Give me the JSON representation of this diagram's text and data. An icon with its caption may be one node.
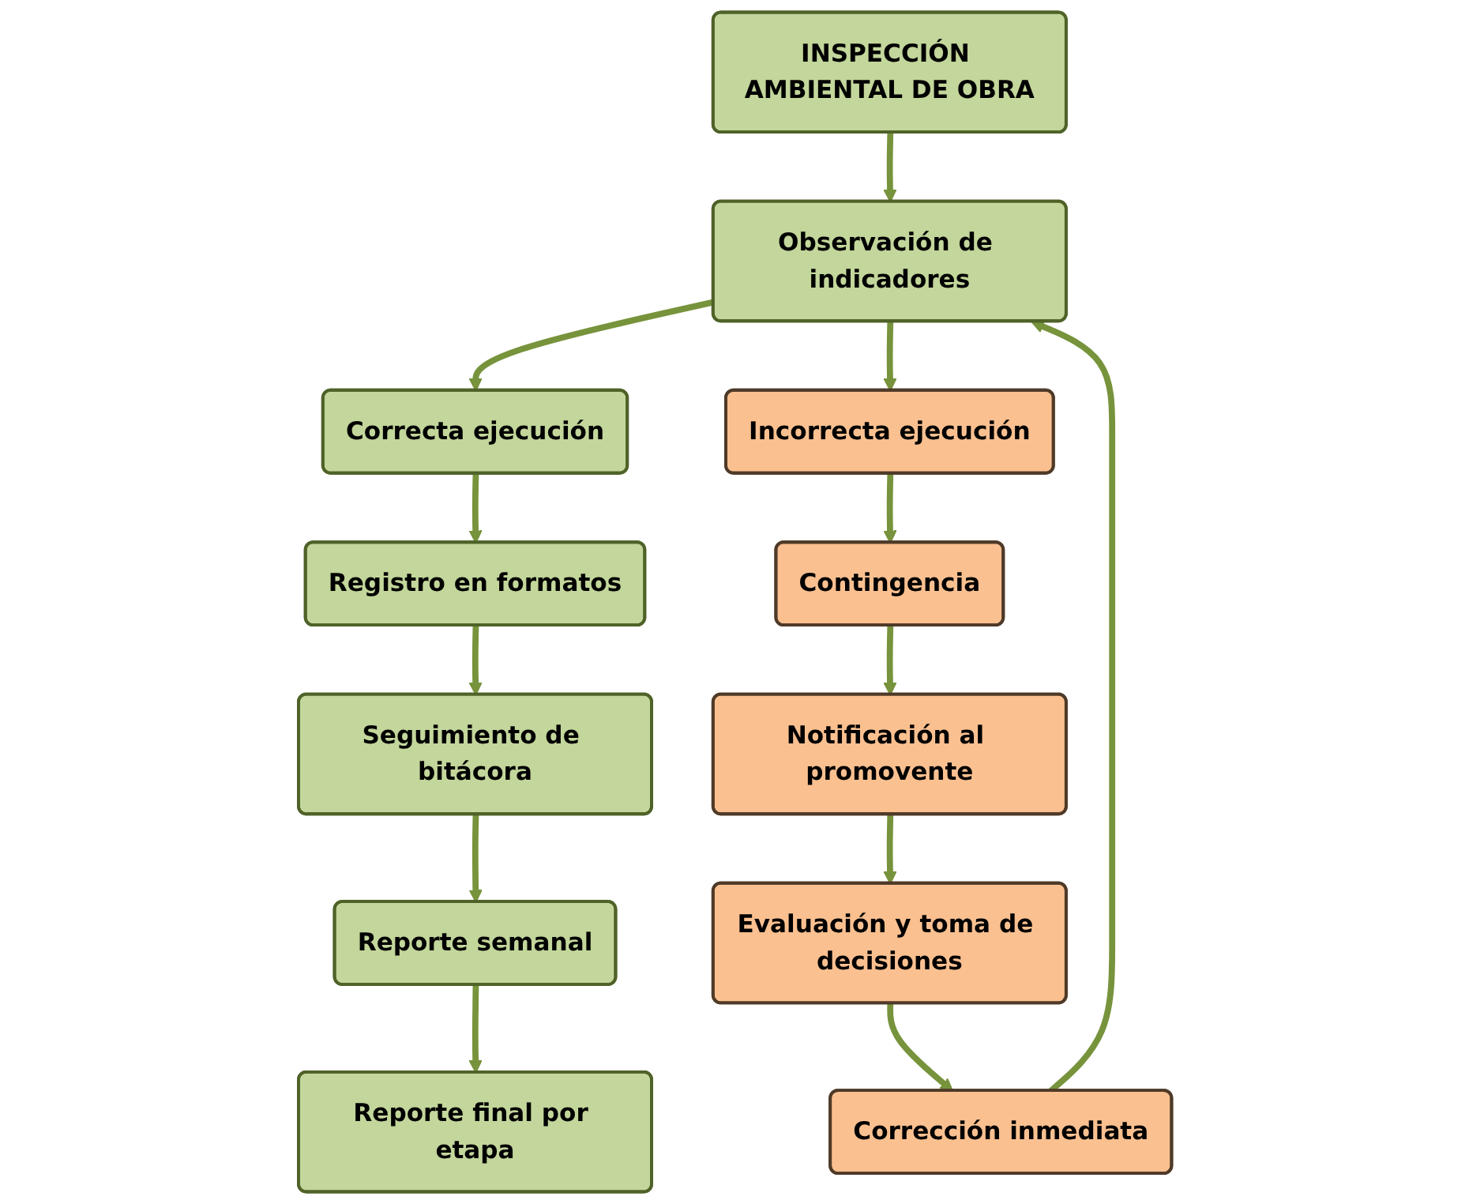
{
  "diagram": {
    "nodes": [
      {
        "text": [
          "INSPECCIÓN AMBIENTAL DE OBRA"
        ]
      },
      {
        "text": [
          "Observación de indicadores"
        ]
      },
      {
        "text": [
          "Corrección inmediata"
        ]
      },
      {
        "text": [
          "Evaluación y toma de decisiones"
        ]
      },
      {
        "text": [
          "Correcta ejecución"
        ]
      },
      {
        "text": [
          "Incorrecta ejecución"
        ]
      },
      {
        "text": [
          "Contingencia"
        ]
      },
      {
        "text": [
          "Notificación al promovente"
        ]
      },
      {
        "text": [
          "Registro en formatos"
        ]
      },
      {
        "text": [
          "Seguimiento de bitácora"
        ]
      },
      {
        "text": [
          "Reporte semanal"
        ]
      },
      {
        "text": [
          "Reporte final por etapa"
        ]
      }
    ],
    "edges": [
      {
        "from": 0,
        "to": 1,
        "arrow": "to"
      },
      {
        "from": 1,
        "to": 4,
        "arrow": "to"
      },
      {
        "from": 1,
        "to": 5,
        "arrow": "to"
      },
      {
        "from": 5,
        "to": 6,
        "arrow": "to"
      },
      {
        "from": 6,
        "to": 7,
        "arrow": "to"
      },
      {
        "from": 7,
        "to": 3,
        "arrow": "to"
      },
      {
        "from": 3,
        "to": 2,
        "arrow": "to"
      },
      {
        "from": 2,
        "to": 1,
        "arrow": "to"
      },
      {
        "from": 4,
        "to": 8,
        "arrow": "to"
      },
      {
        "from": 8,
        "to": 9,
        "arrow": "to"
      },
      {
        "from": 9,
        "to": 10,
        "arrow": "to"
      },
      {
        "from": 10,
        "to": 11,
        "arrow": "to"
      }
    ]
  }
}
